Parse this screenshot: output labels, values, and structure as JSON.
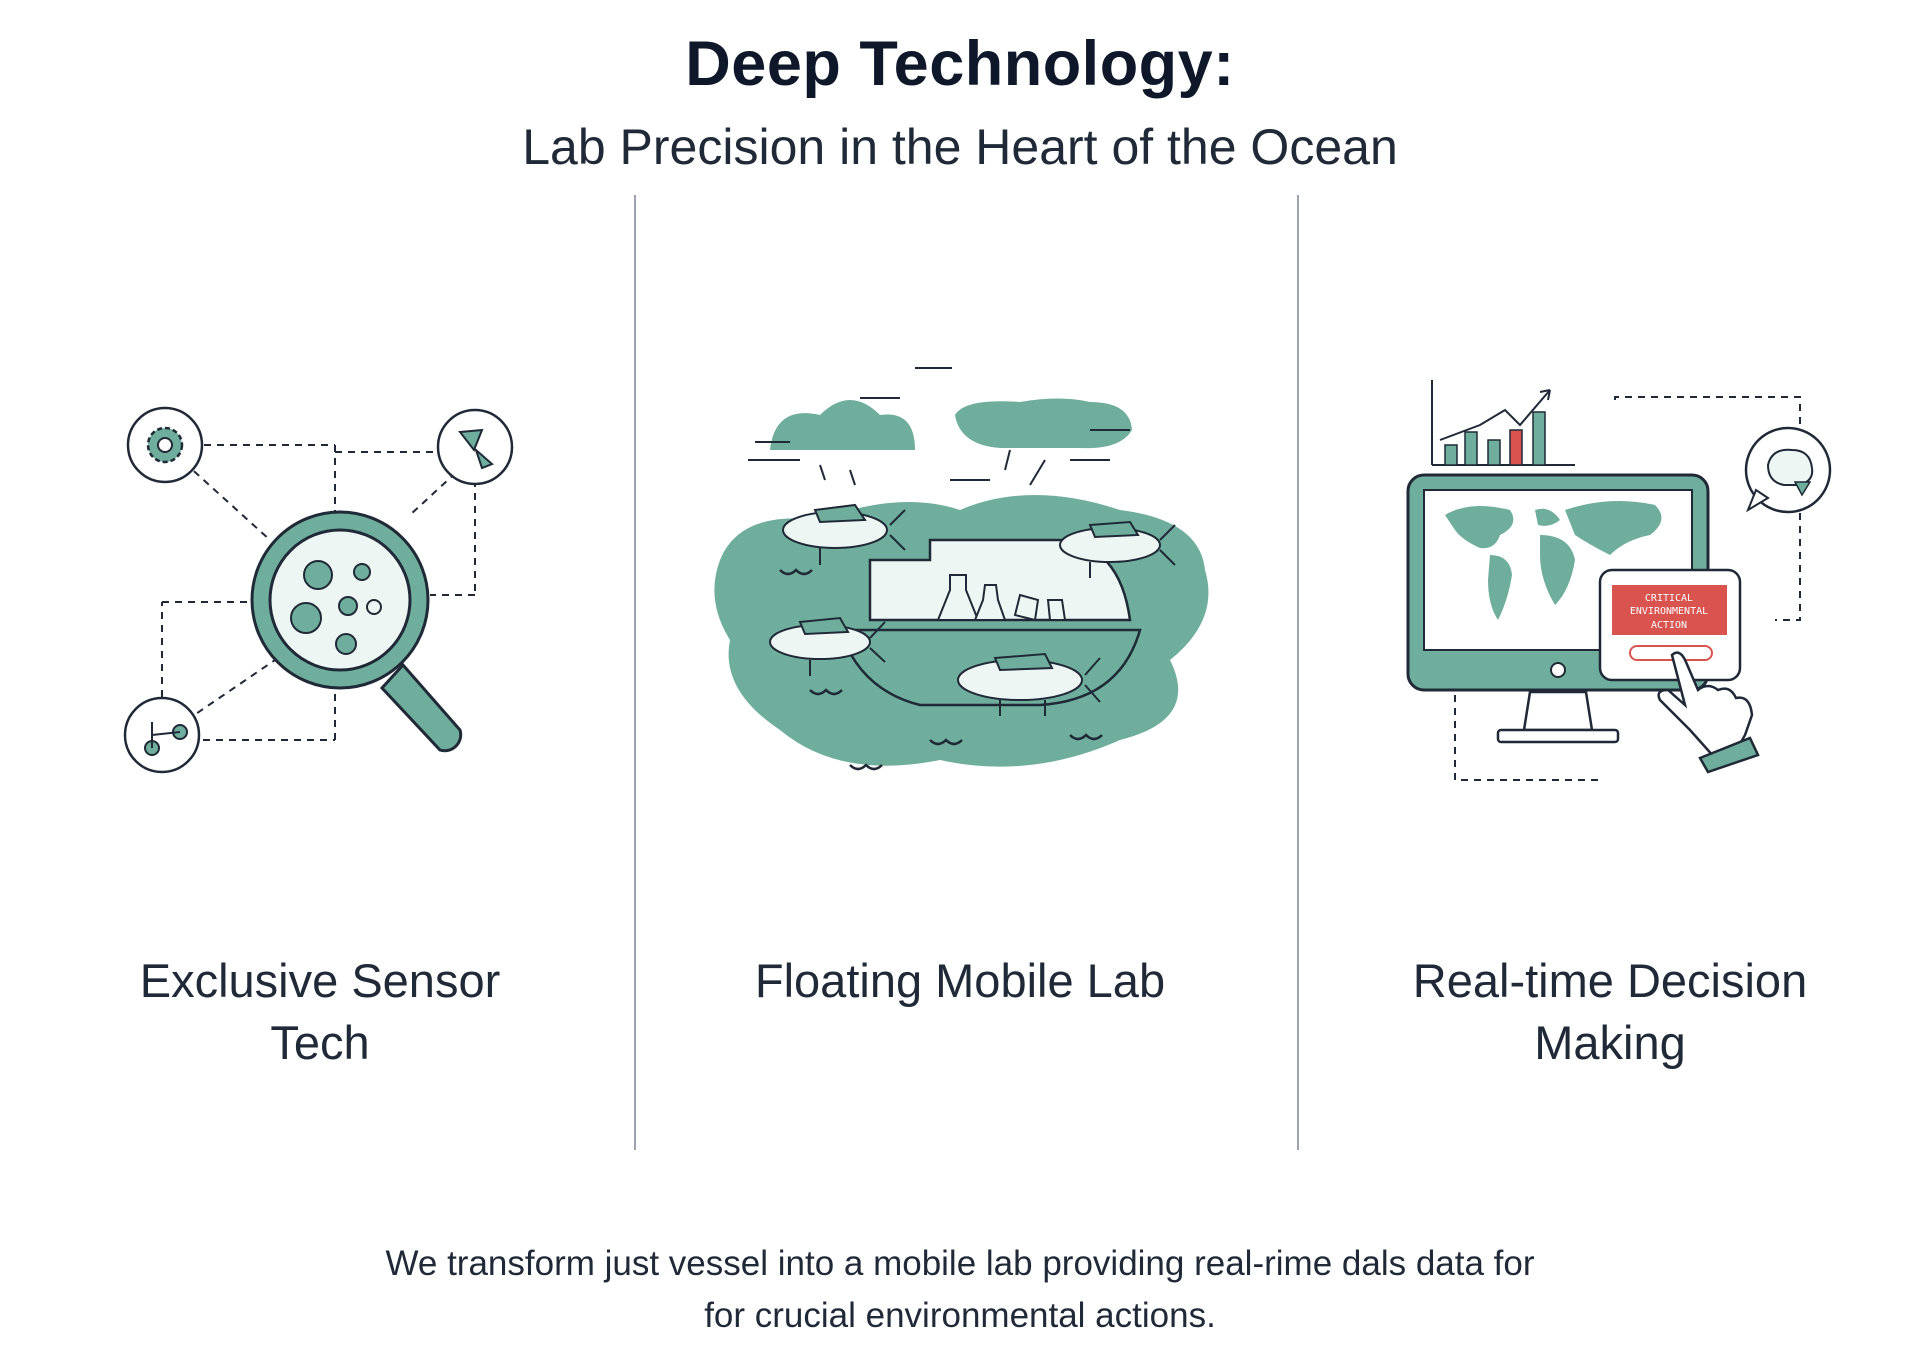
{
  "header": {
    "title": "Deep Technology:",
    "subtitle": "Lab Precision in the Heart of the Ocean"
  },
  "columns": [
    {
      "label_line1": "Exclusive Sensor",
      "label_line2": "Tech",
      "icon": "magnifier-sensor-network-icon"
    },
    {
      "label_line1": "Floating Mobile Lab",
      "label_line2": "",
      "icon": "floating-lab-drones-icon"
    },
    {
      "label_line1": "Real-time Decision",
      "label_line2": "Making",
      "icon": "monitor-world-map-alert-icon"
    }
  ],
  "alert_card": {
    "line1": "CRITICAL",
    "line2": "ENVIRONMENTAL",
    "line3": "ACTION"
  },
  "footer": {
    "line1": "We transform just vessel into a mobile lab providing real-rime dals data for",
    "line2": "for crucial environmental actions."
  },
  "colors": {
    "accent_teal": "#6fae9c",
    "light_teal": "#e8f3ef",
    "alert_red": "#d9534f",
    "ink": "#1f2937"
  }
}
